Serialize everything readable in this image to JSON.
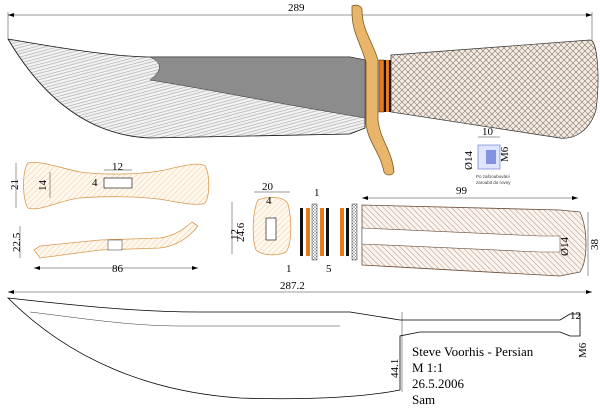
{
  "title_block": {
    "line1": "Steve Voorhis - Persian",
    "line2": "M 1:1",
    "line3": "26.5.2006",
    "line4": "Sam"
  },
  "dimensions": {
    "overall_length": "289",
    "blade_length": "287.2",
    "blade_height": "44.1",
    "guard_height": "21",
    "guard_inner_height": "14",
    "guard_slot_width": "12",
    "guard_slot_height": "4",
    "guard_bend_height": "22.5",
    "guard_length": "86",
    "spacer_width": "20",
    "spacer_slot_width": "4",
    "spacer_height": "24.6",
    "spacer_slot_height": "12",
    "spacer_thickness": "1",
    "spacer_thickness_b": "1",
    "spacer_stack": "5",
    "handle_length": "99",
    "handle_height": "38",
    "handle_bore": "Ø14",
    "pommel_nut_width": "10",
    "pommel_diameter": "Ø14",
    "pommel_thread": "M6",
    "tang_end_width": "12",
    "tang_thread": "M6"
  },
  "notes": {
    "nut_note_1": "Po zašroubování",
    "nut_note_2": "zaroubit do rovny"
  },
  "colors": {
    "guard_brass": "#e8b56a",
    "guard_fill": "#fff5e6",
    "blade_steel": "#8c8c8c",
    "spacer_orange": "#e87a1e",
    "handle_hatch": "#a08262",
    "nut_blue": "#5a6fd0"
  }
}
